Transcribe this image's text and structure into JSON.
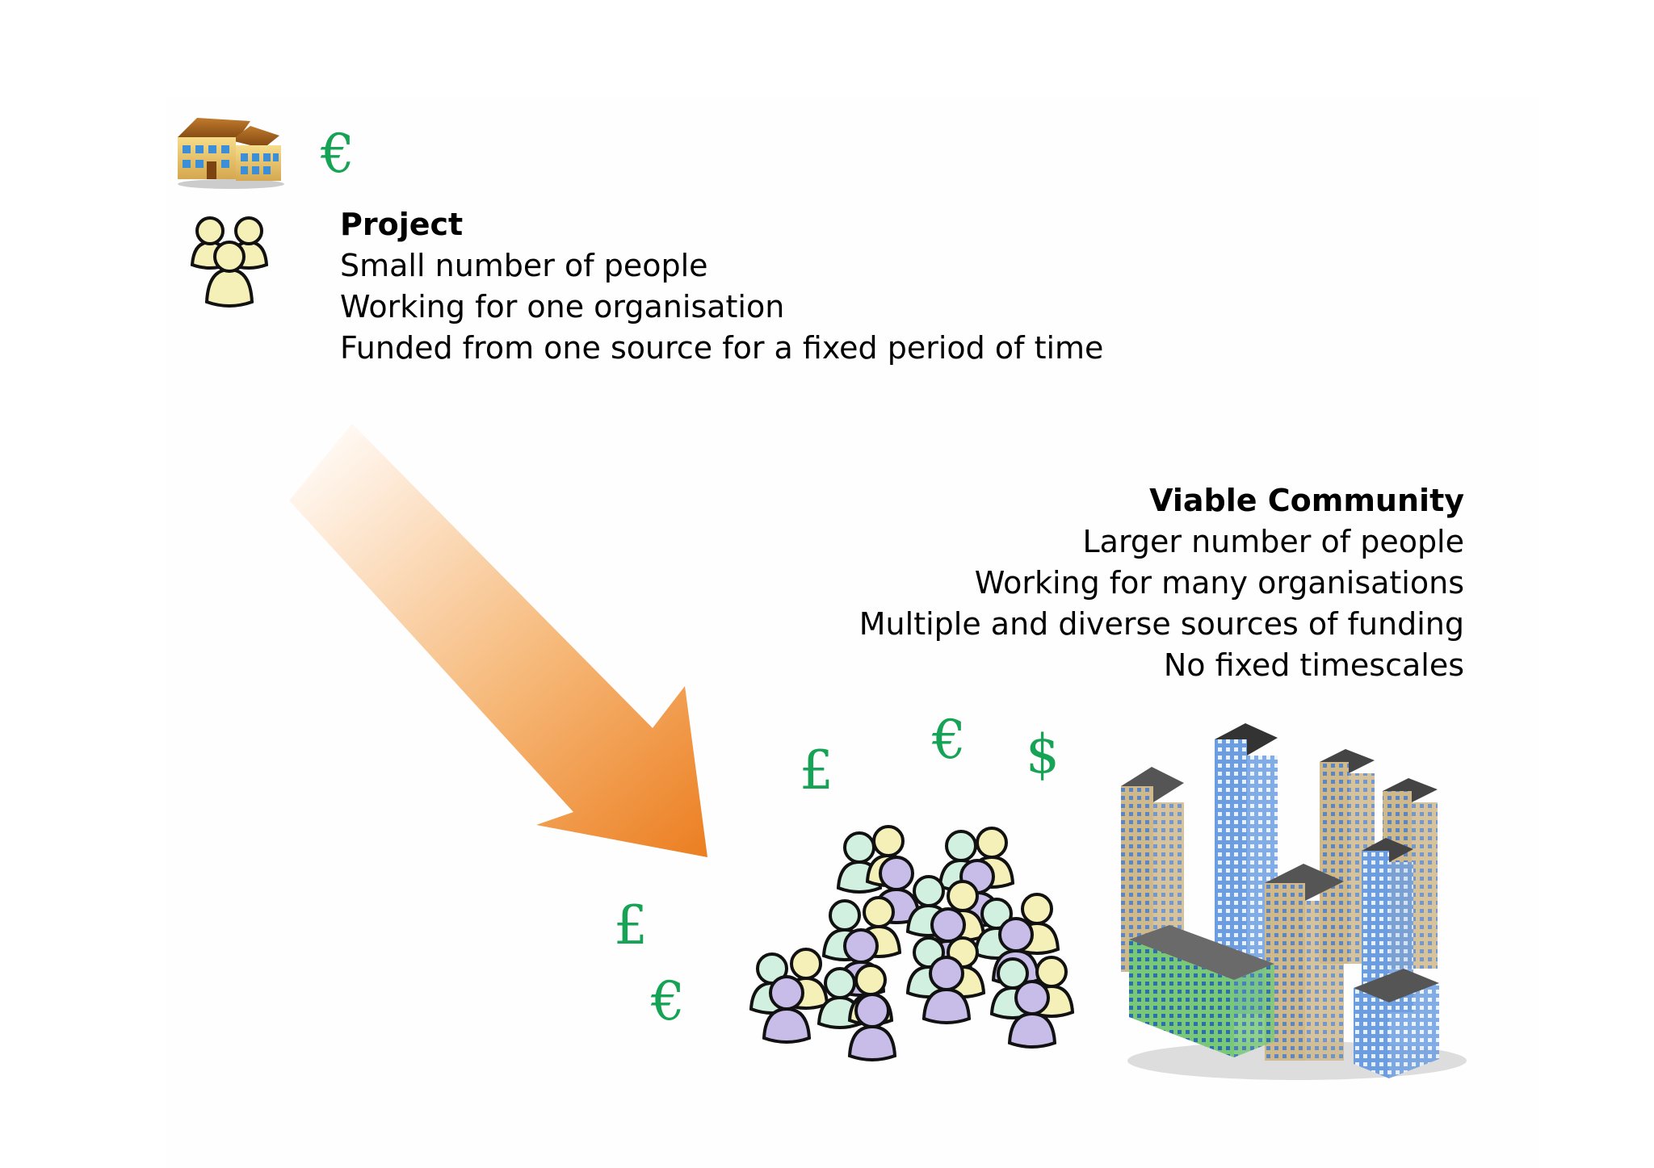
{
  "project": {
    "heading": "Project",
    "lines": [
      "Small number of people",
      "Working for one organisation",
      "Funded from one source for a fixed period of time"
    ]
  },
  "community": {
    "heading": "Viable Community",
    "lines": [
      "Larger number of people",
      "Working for many organisations",
      "Multiple and diverse sources of funding",
      "No fixed timescales"
    ]
  },
  "currency_symbols": {
    "project_euro": "€",
    "pound_top": "£",
    "euro_top": "€",
    "dollar_top": "$",
    "pound_left": "£",
    "euro_left": "€"
  },
  "colors": {
    "currency": "#17a355",
    "arrow_start": "#fff4ea",
    "arrow_end": "#ec7f22",
    "person_yellow": "#f5f0b8",
    "person_green": "#d2f0e0",
    "person_purple": "#c7bde8"
  },
  "icons": [
    "school-building-icon",
    "people-group-icon",
    "crowd-icon",
    "city-buildings-icon",
    "arrow-icon"
  ]
}
